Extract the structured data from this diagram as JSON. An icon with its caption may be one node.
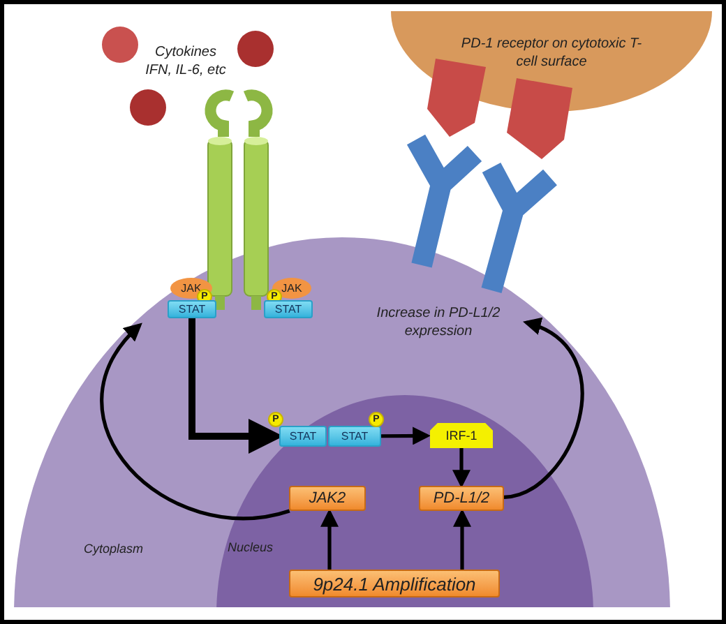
{
  "diagram": {
    "nodes": [
      {
        "text": [
          "PD-1 receptor on cytotoxic T-cell surface"
        ]
      },
      {
        "text": [
          "Cytoplasm"
        ]
      },
      {
        "text": [
          "Nucleus"
        ],
        "in": 1
      },
      {
        "text": [
          "JAK"
        ],
        "in": 1
      },
      {
        "text": [
          "P"
        ],
        "in": 1
      },
      {
        "text": [
          "STAT"
        ],
        "in": 1
      },
      {
        "text": [
          "JAK"
        ],
        "in": 1
      },
      {
        "text": [
          "P"
        ],
        "in": 1
      },
      {
        "text": [
          "STAT"
        ],
        "in": 1
      },
      {
        "text": [
          "P"
        ],
        "in": 2
      },
      {
        "text": [
          "STAT"
        ],
        "in": 2
      },
      {
        "text": [
          "STAT"
        ],
        "in": 2
      },
      {
        "text": [
          "P"
        ],
        "in": 2
      },
      {
        "text": [
          "IRF-1"
        ],
        "in": 2
      },
      {
        "text": [
          "JAK2"
        ],
        "in": 2
      },
      {
        "text": [
          "PD-L1/2"
        ],
        "in": 2
      },
      {
        "text": [
          "9p24.1 Amplification"
        ],
        "in": 2
      }
    ],
    "edges": [
      {
        "from": 5,
        "to": 10,
        "arrow": "to",
        "style": "thick"
      },
      {
        "from": 11,
        "to": 13,
        "arrow": "to"
      },
      {
        "from": 13,
        "to": 15,
        "arrow": "to"
      },
      {
        "from": 16,
        "to": 14,
        "arrow": "to"
      },
      {
        "from": 16,
        "to": 15,
        "arrow": "to"
      },
      {
        "from": 14,
        "to": null,
        "arrow": "to"
      },
      {
        "from": 15,
        "to": null,
        "arrow": "to"
      }
    ],
    "labels": [
      "Cytokines IFN, IL-6, etc",
      "Increase in PD-L1/2 expression"
    ]
  }
}
